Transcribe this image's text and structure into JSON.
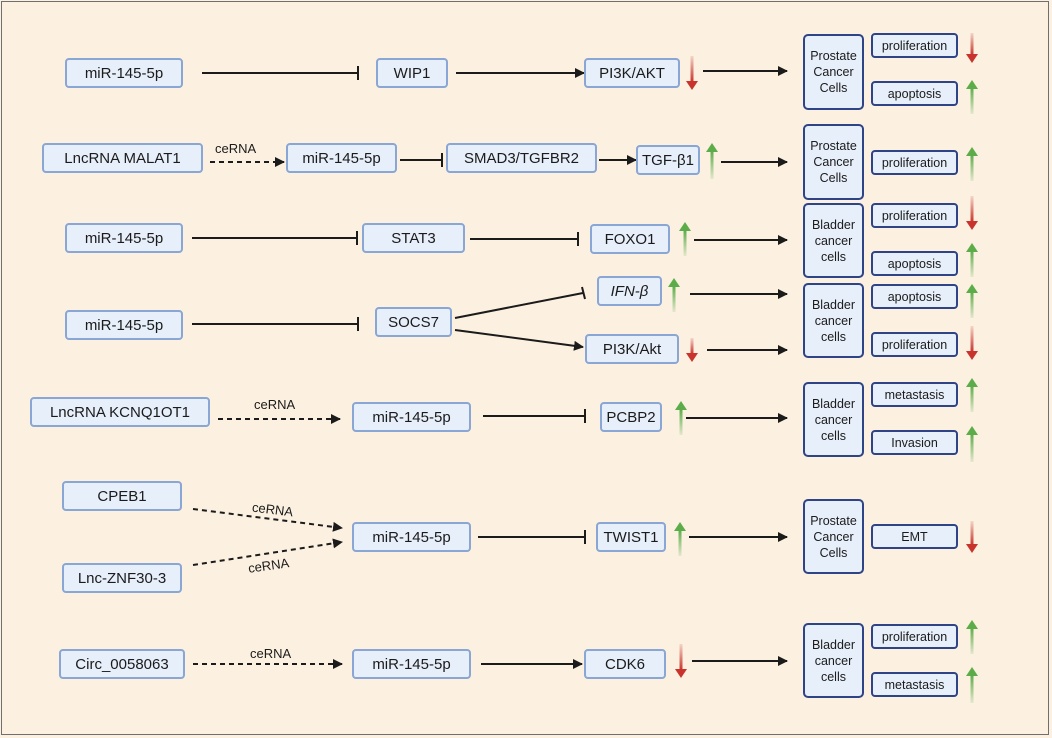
{
  "colors": {
    "background": "#fcf1e1",
    "node_fill": "#e7effa",
    "node_border": "#8aa6d4",
    "cell_border": "#2f4486",
    "up_arrow": "#5cad4a",
    "down_arrow": "#c8342c"
  },
  "rows": [
    {
      "nodes": [
        "miR-145-5p",
        "WIP1",
        "PI3K/AKT"
      ],
      "cells": [
        "Prostate",
        "Cancer",
        "Cells"
      ],
      "effects": [
        "proliferation",
        "apoptosis"
      ]
    },
    {
      "nodes": [
        "LncRNA MALAT1",
        "miR-145-5p",
        "SMAD3/TGFBR2",
        "TGF-β1"
      ],
      "ceRNA": "ceRNA",
      "cells": [
        "Prostate",
        "Cancer",
        "Cells"
      ],
      "effects": [
        "proliferation"
      ]
    },
    {
      "nodes": [
        "miR-145-5p",
        "STAT3",
        "FOXO1"
      ],
      "cells": [
        "Bladder",
        "cancer",
        "cells"
      ],
      "effects": [
        "proliferation",
        "apoptosis"
      ]
    },
    {
      "nodes": [
        "miR-145-5p",
        "SOCS7",
        "IFN-β",
        "PI3K/Akt"
      ],
      "cells": [
        "Bladder",
        "cancer",
        "cells"
      ],
      "effects": [
        "apoptosis",
        "proliferation"
      ]
    },
    {
      "nodes": [
        "LncRNA KCNQ1OT1",
        "miR-145-5p",
        "PCBP2"
      ],
      "ceRNA": "ceRNA",
      "cells": [
        "Bladder",
        "cancer",
        "cells"
      ],
      "effects": [
        "metastasis",
        "Invasion"
      ]
    },
    {
      "nodes": [
        "CPEB1",
        "Lnc-ZNF30-3",
        "miR-145-5p",
        "TWIST1"
      ],
      "ceRNA": [
        "ceRNA",
        "ceRNA"
      ],
      "cells": [
        "Prostate",
        "Cancer",
        "Cells"
      ],
      "effects": [
        "EMT"
      ]
    },
    {
      "nodes": [
        "Circ_0058063",
        "miR-145-5p",
        "CDK6"
      ],
      "ceRNA": "ceRNA",
      "cells": [
        "Bladder",
        "cancer",
        "cells"
      ],
      "effects": [
        "proliferation",
        "metastasis"
      ]
    }
  ]
}
